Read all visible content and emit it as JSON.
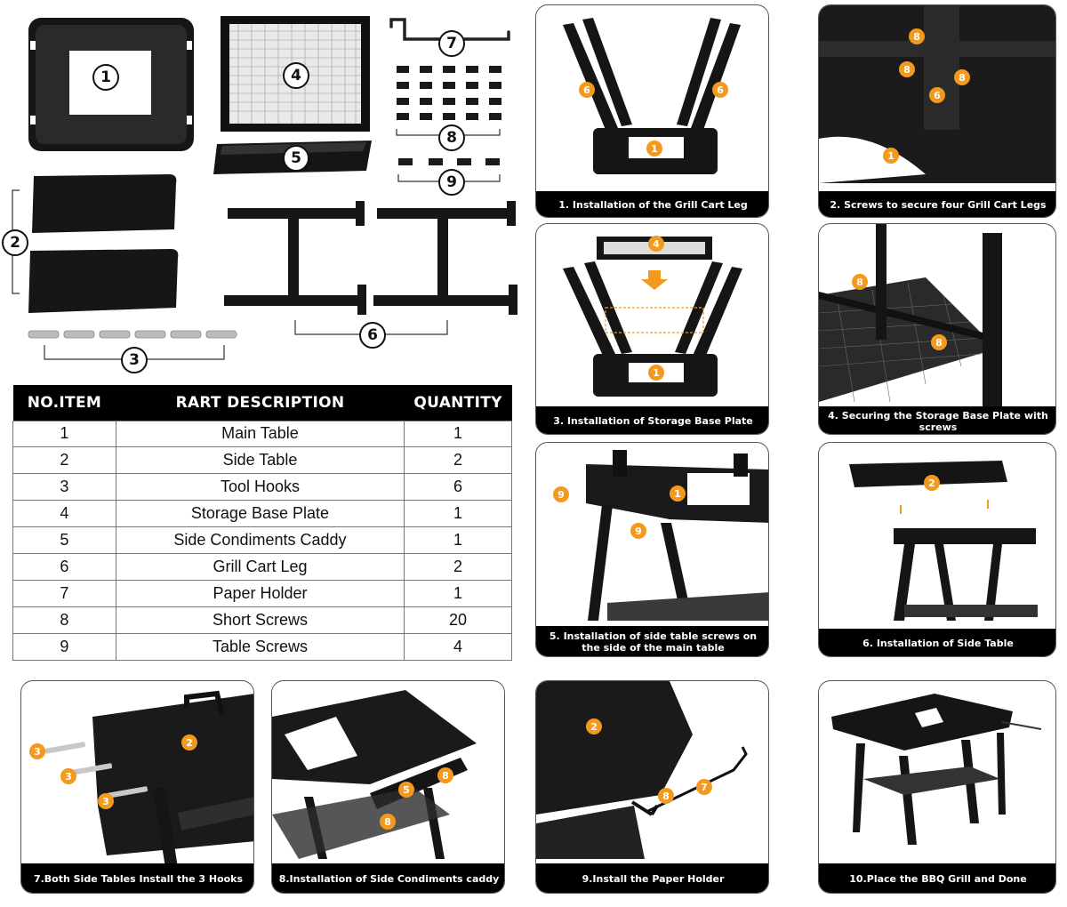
{
  "parts": {
    "callouts": [
      "1",
      "2",
      "3",
      "4",
      "5",
      "6",
      "7",
      "8",
      "9"
    ]
  },
  "table": {
    "headers": [
      "NO.ITEM",
      "RART DESCRIPTION",
      "QUANTITY"
    ],
    "rows": [
      [
        "1",
        "Main Table",
        "1"
      ],
      [
        "2",
        "Side Table",
        "2"
      ],
      [
        "3",
        "Tool Hooks",
        "6"
      ],
      [
        "4",
        "Storage Base Plate",
        "1"
      ],
      [
        "5",
        "Side Condiments Caddy",
        "1"
      ],
      [
        "6",
        "Grill Cart Leg",
        "2"
      ],
      [
        "7",
        "Paper Holder",
        "1"
      ],
      [
        "8",
        "Short Screws",
        "20"
      ],
      [
        "9",
        "Table Screws",
        "4"
      ]
    ]
  },
  "steps": [
    {
      "caption": "1. Installation of the Grill Cart Leg",
      "markers": [
        "6",
        "6",
        "1"
      ]
    },
    {
      "caption": "2. Screws to secure four Grill Cart Legs",
      "markers": [
        "8",
        "8",
        "8",
        "6",
        "1"
      ]
    },
    {
      "caption": "3. Installation of Storage Base Plate",
      "markers": [
        "4",
        "1"
      ]
    },
    {
      "caption": "4. Securing the Storage Base Plate with screws",
      "markers": [
        "8",
        "8"
      ]
    },
    {
      "caption": "5.  Installation of side table screws on the side of the main table",
      "markers": [
        "9",
        "9",
        "1"
      ]
    },
    {
      "caption": "6. Installation of Side Table",
      "markers": [
        "2"
      ]
    },
    {
      "caption": "7.Both Side Tables Install the 3 Hooks",
      "markers": [
        "3",
        "3",
        "3",
        "2"
      ]
    },
    {
      "caption": "8.Installation of Side Condiments caddy",
      "markers": [
        "8",
        "8",
        "5"
      ]
    },
    {
      "caption": "9.Install the Paper Holder",
      "markers": [
        "2",
        "8",
        "7"
      ]
    },
    {
      "caption": "10.Place the BBQ Grill and Done",
      "markers": []
    }
  ]
}
